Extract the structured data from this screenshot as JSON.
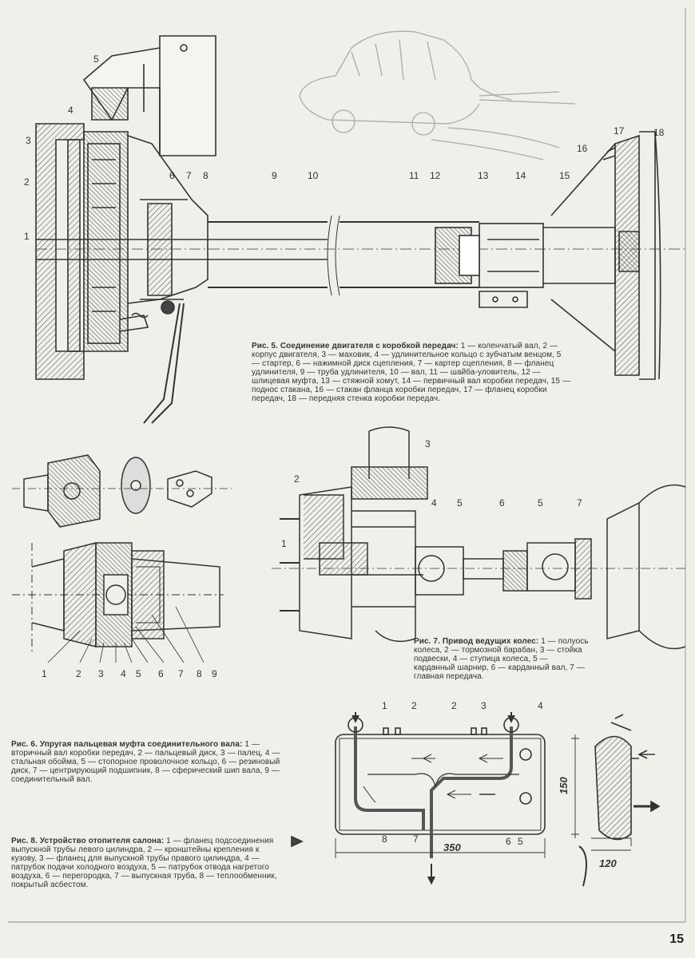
{
  "fig5": {
    "labels": [
      "1",
      "2",
      "3",
      "4",
      "5",
      "6",
      "7",
      "8",
      "9",
      "10",
      "11",
      "12",
      "13",
      "14",
      "15",
      "16",
      "17",
      "18"
    ],
    "title": "Рис. 5. Соединение двигателя с коробкой передач:",
    "text": "1 — коленчатый вал, 2 — корпус двигателя, 3 — маховик, 4 — удлинительное кольцо с зубчатым венцом, 5 — стартер, 6 — нажимной диск сцепления, 7 — картер сцепления, 8 — фланец удлинителя, 9 — труба удлинителя, 10 — вал, 11 — шайба-уловитель, 12 — шлицевая муфта, 13 — стяжной хомут, 14 — первичный вал коробки передач, 15 — поднос стакана, 16 — стакан фланца коробки передач, 17 — фланец коробки передач, 18 — передняя стенка коробки передач."
  },
  "fig6": {
    "labels": [
      "1",
      "2",
      "3",
      "4",
      "5",
      "6",
      "7",
      "8",
      "9"
    ],
    "title": "Рис. 6. Упругая пальцевая муфта соединительного вала:",
    "text": "1 — вторичный вал коробки передач, 2 — пальцевый диск, 3 — палец, 4 — стальная обойма, 5 — стопорное проволочное кольцо, 6 — резиновый диск, 7 — центрирующий подшипник, 8 — сферический шип вала, 9 — соединительный вал."
  },
  "fig7": {
    "labels": [
      "1",
      "2",
      "3",
      "4",
      "5",
      "6",
      "5",
      "7"
    ],
    "title": "Рис. 7. Привод ведущих колес:",
    "text": "1 — полуось колеса, 2 — тормозной барабан, 3 — стойка подвески, 4 — ступица колеса, 5 — карданный шарнир, 6 — карданный вал, 7 — главная передача."
  },
  "fig8": {
    "labels": [
      "1",
      "2",
      "2",
      "3",
      "4",
      "8",
      "7",
      "6",
      "5"
    ],
    "dims": [
      "350",
      "150",
      "120"
    ],
    "title": "Рис. 8. Устройство отопителя салона:",
    "text": "1 — фланец подсоединения выпускной трубы левого цилиндра, 2 — кронштейны крепления к кузову, 3 — фланец для выпускной трубы правого цилиндра, 4 — патрубок подачи холодного воздуха, 5 — патрубок отвода нагретого воздуха, 6 — перегородка, 7 — выпускная труба, 8 — теплообменник, покрытый асбестом."
  },
  "page_number": "15"
}
